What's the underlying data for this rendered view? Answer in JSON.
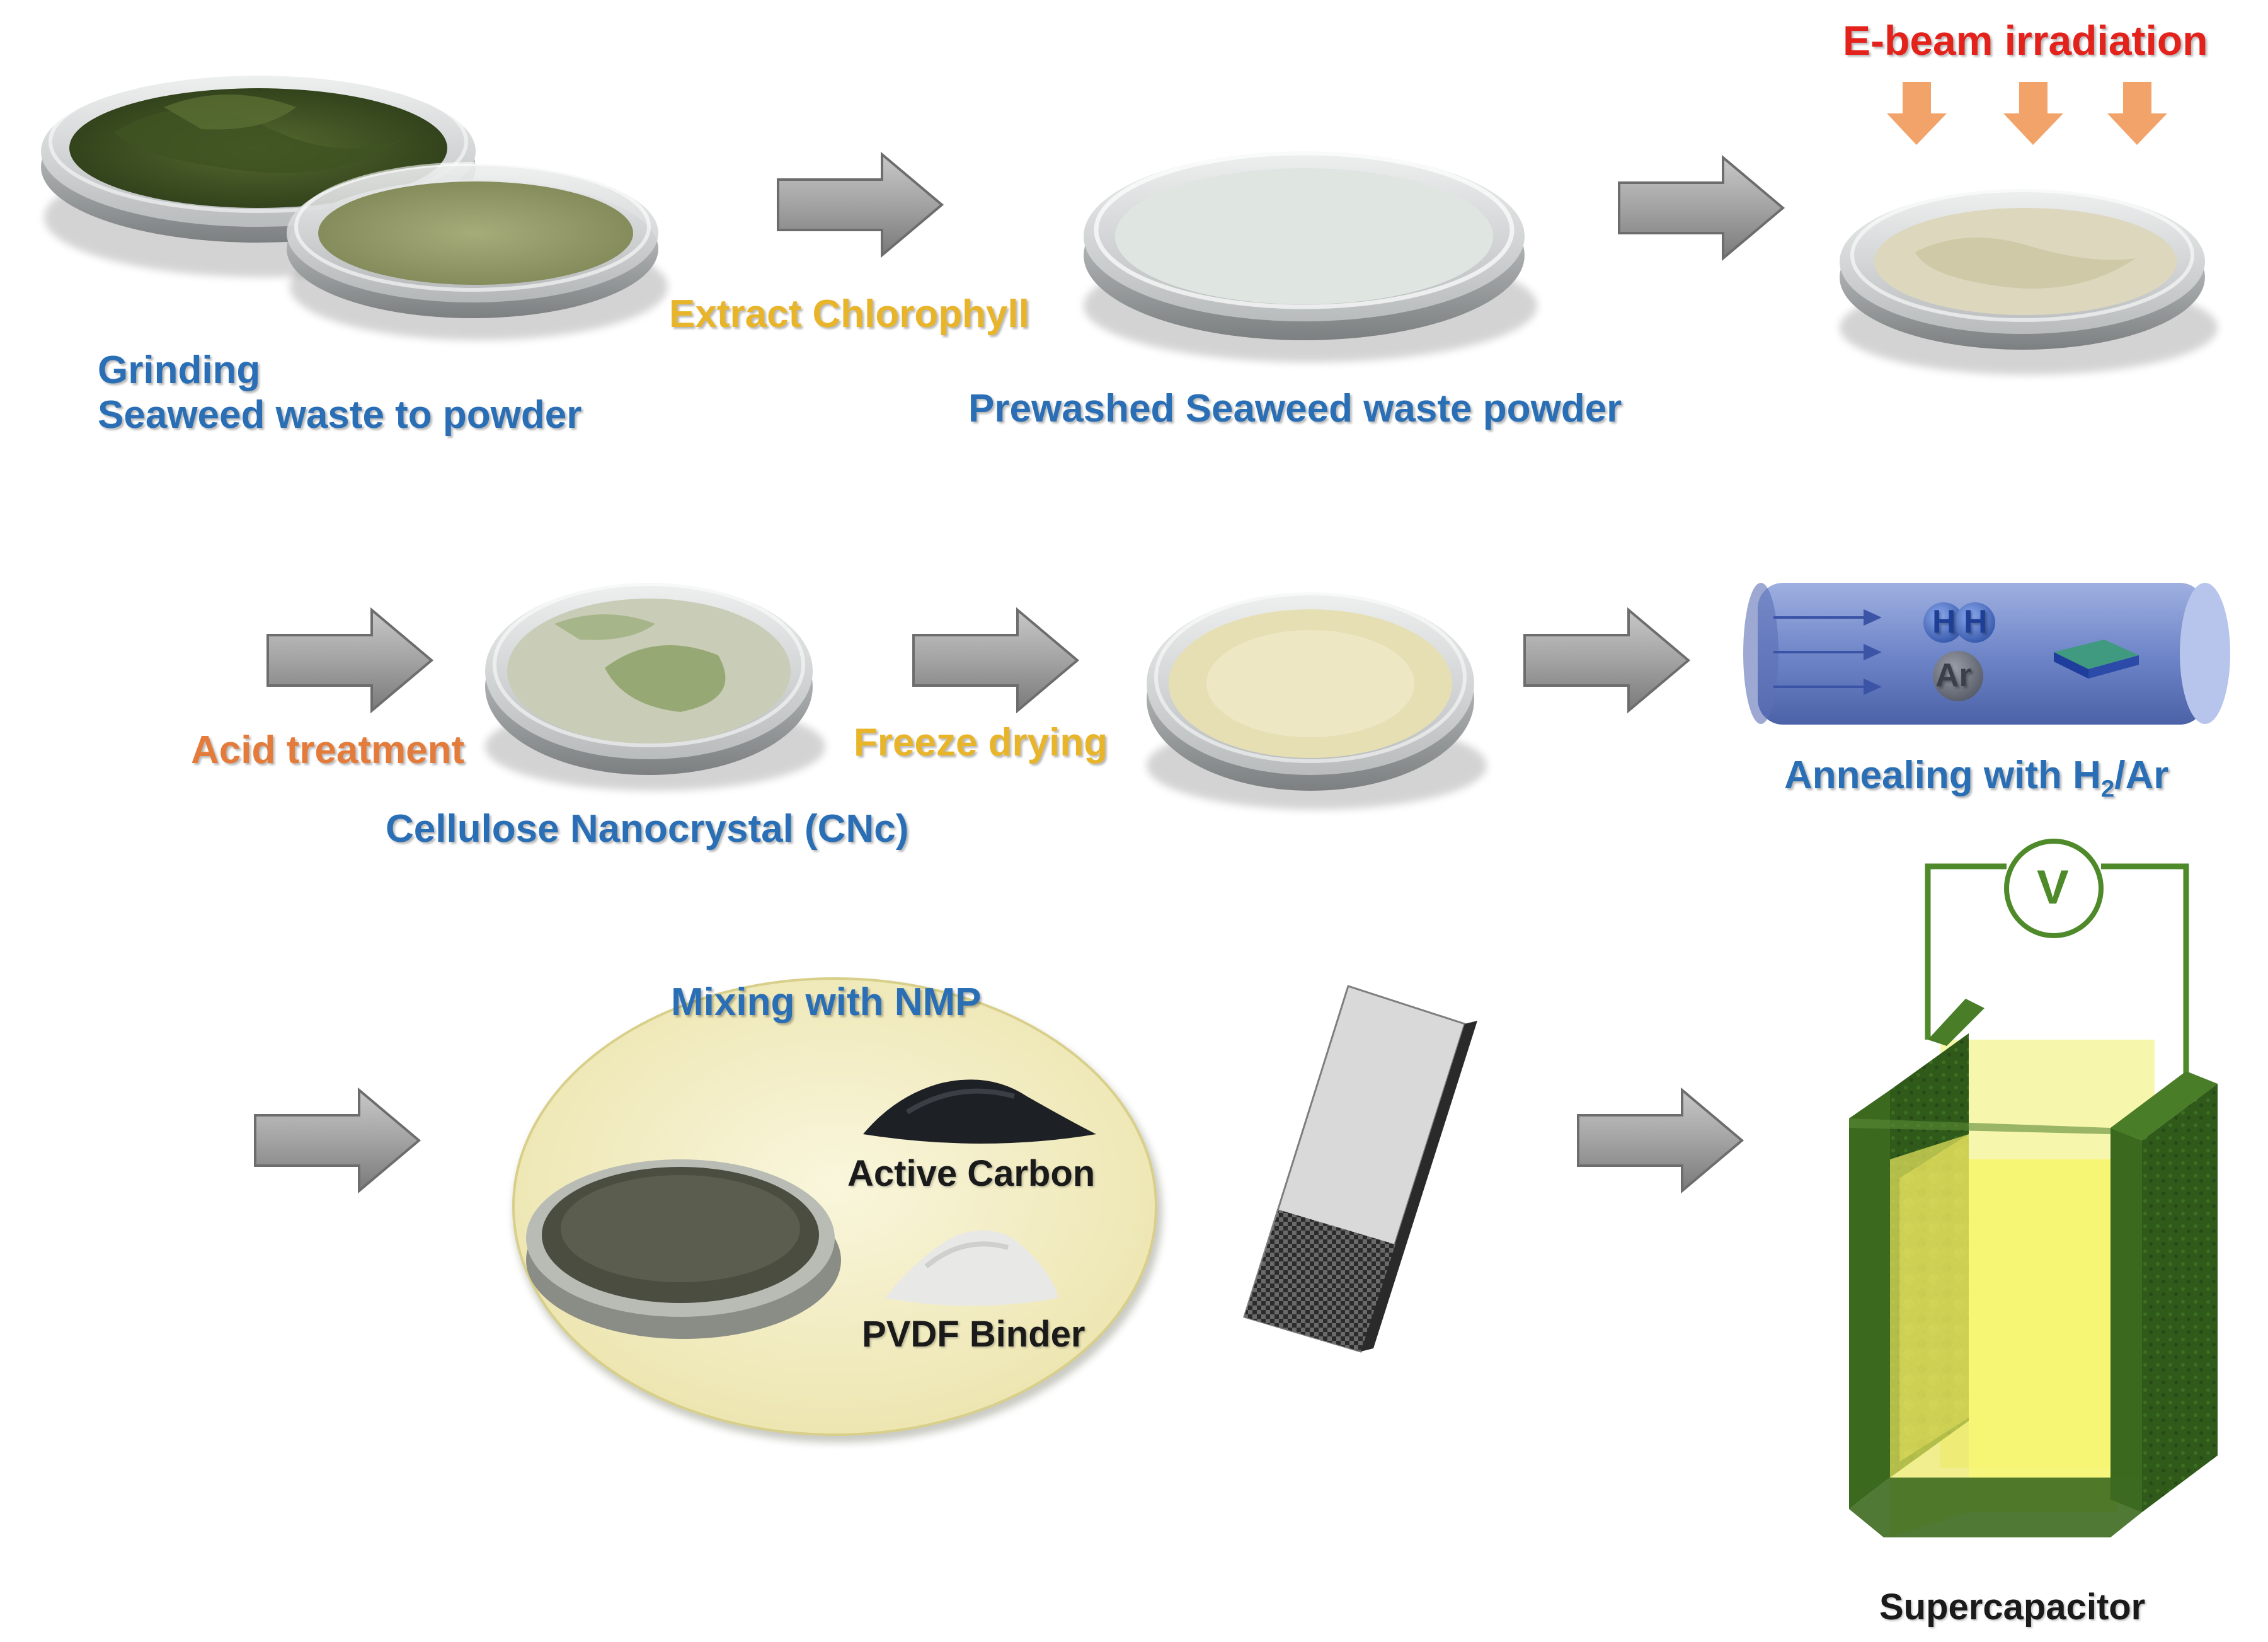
{
  "colors": {
    "label_blue": "#2a6fb5",
    "label_yellow": "#e8b52a",
    "label_orange": "#e47b3a",
    "label_red": "#e3221c",
    "arrow_gray": "#9a9a9a",
    "irradiation_arrow": "#f2a36a",
    "tube_blue": "#6f86c9",
    "electrode_green": "#3b6a1e",
    "electrolyte_yellow": "#f2f25a",
    "mixing_bg": "#f4efc8"
  },
  "labels": {
    "grinding": "Grinding",
    "grinding_sub": "Seaweed waste to powder",
    "extract": "Extract Chlorophyll",
    "prewashed": "Prewashed Seaweed waste powder",
    "ebeam": "E-beam irradiation",
    "acid": "Acid treatment",
    "cnc": "Cellulose Nanocrystal (CNc)",
    "freeze": "Freeze drying",
    "annealing_prefix": "Annealing with H",
    "annealing_sub": "2",
    "annealing_suffix": "/Ar",
    "mixing": "Mixing with NMP",
    "active_carbon": "Active Carbon",
    "pvdf": "PVDF Binder",
    "supercap": "Supercapacitor",
    "voltmeter": "V",
    "h_atom": "H",
    "ar_atom": "Ar"
  },
  "icons": {
    "process_arrow": "block-right-arrow-icon",
    "irradiation": "down-arrow-icon",
    "dish": "petri-dish-icon",
    "tube": "annealing-tube-icon",
    "electrode": "electrode-strip-icon",
    "cell": "supercapacitor-cell-icon",
    "voltmeter": "voltmeter-icon"
  }
}
